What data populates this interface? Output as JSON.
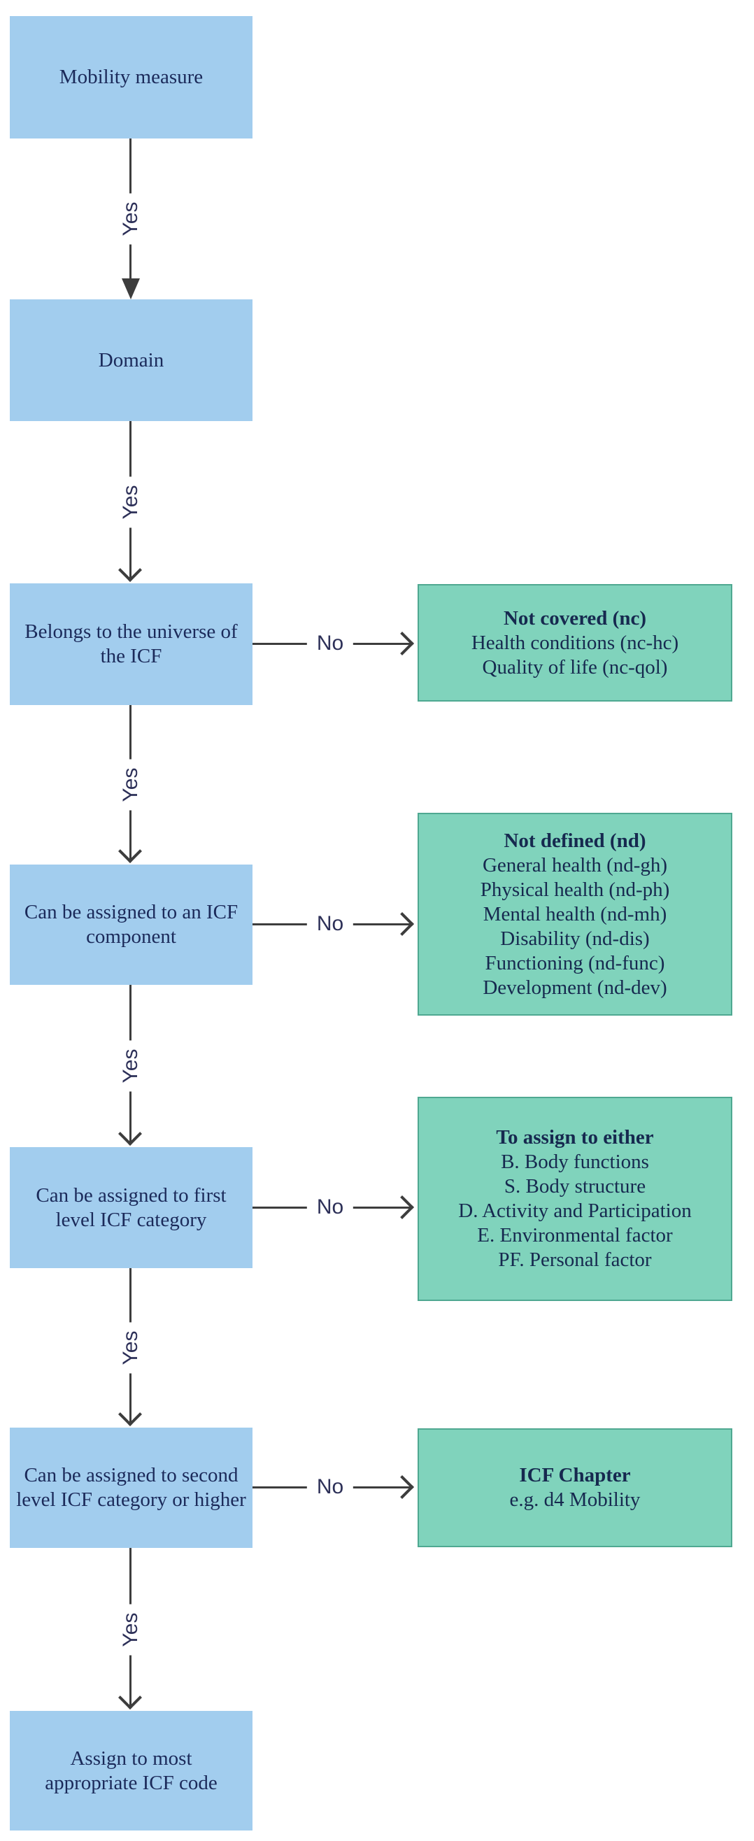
{
  "flowchart": {
    "type": "decision-flowchart",
    "process_nodes": [
      {
        "id": "mobility-measure",
        "label": "Mobility measure"
      },
      {
        "id": "domain",
        "label": "Domain"
      },
      {
        "id": "universe-of-icf",
        "label": "Belongs to the universe of the ICF"
      },
      {
        "id": "icf-component",
        "label": "Can be assigned to an ICF component"
      },
      {
        "id": "first-level-category",
        "label": "Can be assigned to first level ICF category"
      },
      {
        "id": "second-level-category",
        "label": "Can be assigned to second level ICF category or higher"
      },
      {
        "id": "assign-icf-code",
        "label": "Assign to most appropriate ICF code"
      }
    ],
    "outcome_nodes": [
      {
        "id": "not-covered",
        "title": "Not covered (nc)",
        "lines": [
          "Health conditions (nc-hc)",
          "Quality of life (nc-qol)"
        ]
      },
      {
        "id": "not-defined",
        "title": "Not defined (nd)",
        "lines": [
          "General health (nd-gh)",
          "Physical health (nd-ph)",
          "Mental health (nd-mh)",
          "Disability (nd-dis)",
          "Functioning (nd-func)",
          "Development (nd-dev)"
        ]
      },
      {
        "id": "assign-to-either",
        "title": "To assign to either",
        "lines": [
          "B. Body functions",
          "S. Body structure",
          "D. Activity and Participation",
          "E. Environmental factor",
          "PF. Personal factor"
        ]
      },
      {
        "id": "icf-chapter",
        "title": "ICF Chapter",
        "lines": [
          "e.g. d4 Mobility"
        ]
      }
    ],
    "edge_labels": {
      "yes": "Yes",
      "no": "No"
    },
    "colors": {
      "process_fill": "#a2cdee",
      "outcome_fill": "#80d3bc",
      "outcome_border": "#4fa891",
      "text": "#1b2a5a",
      "connector": "#3d3d3d"
    }
  }
}
